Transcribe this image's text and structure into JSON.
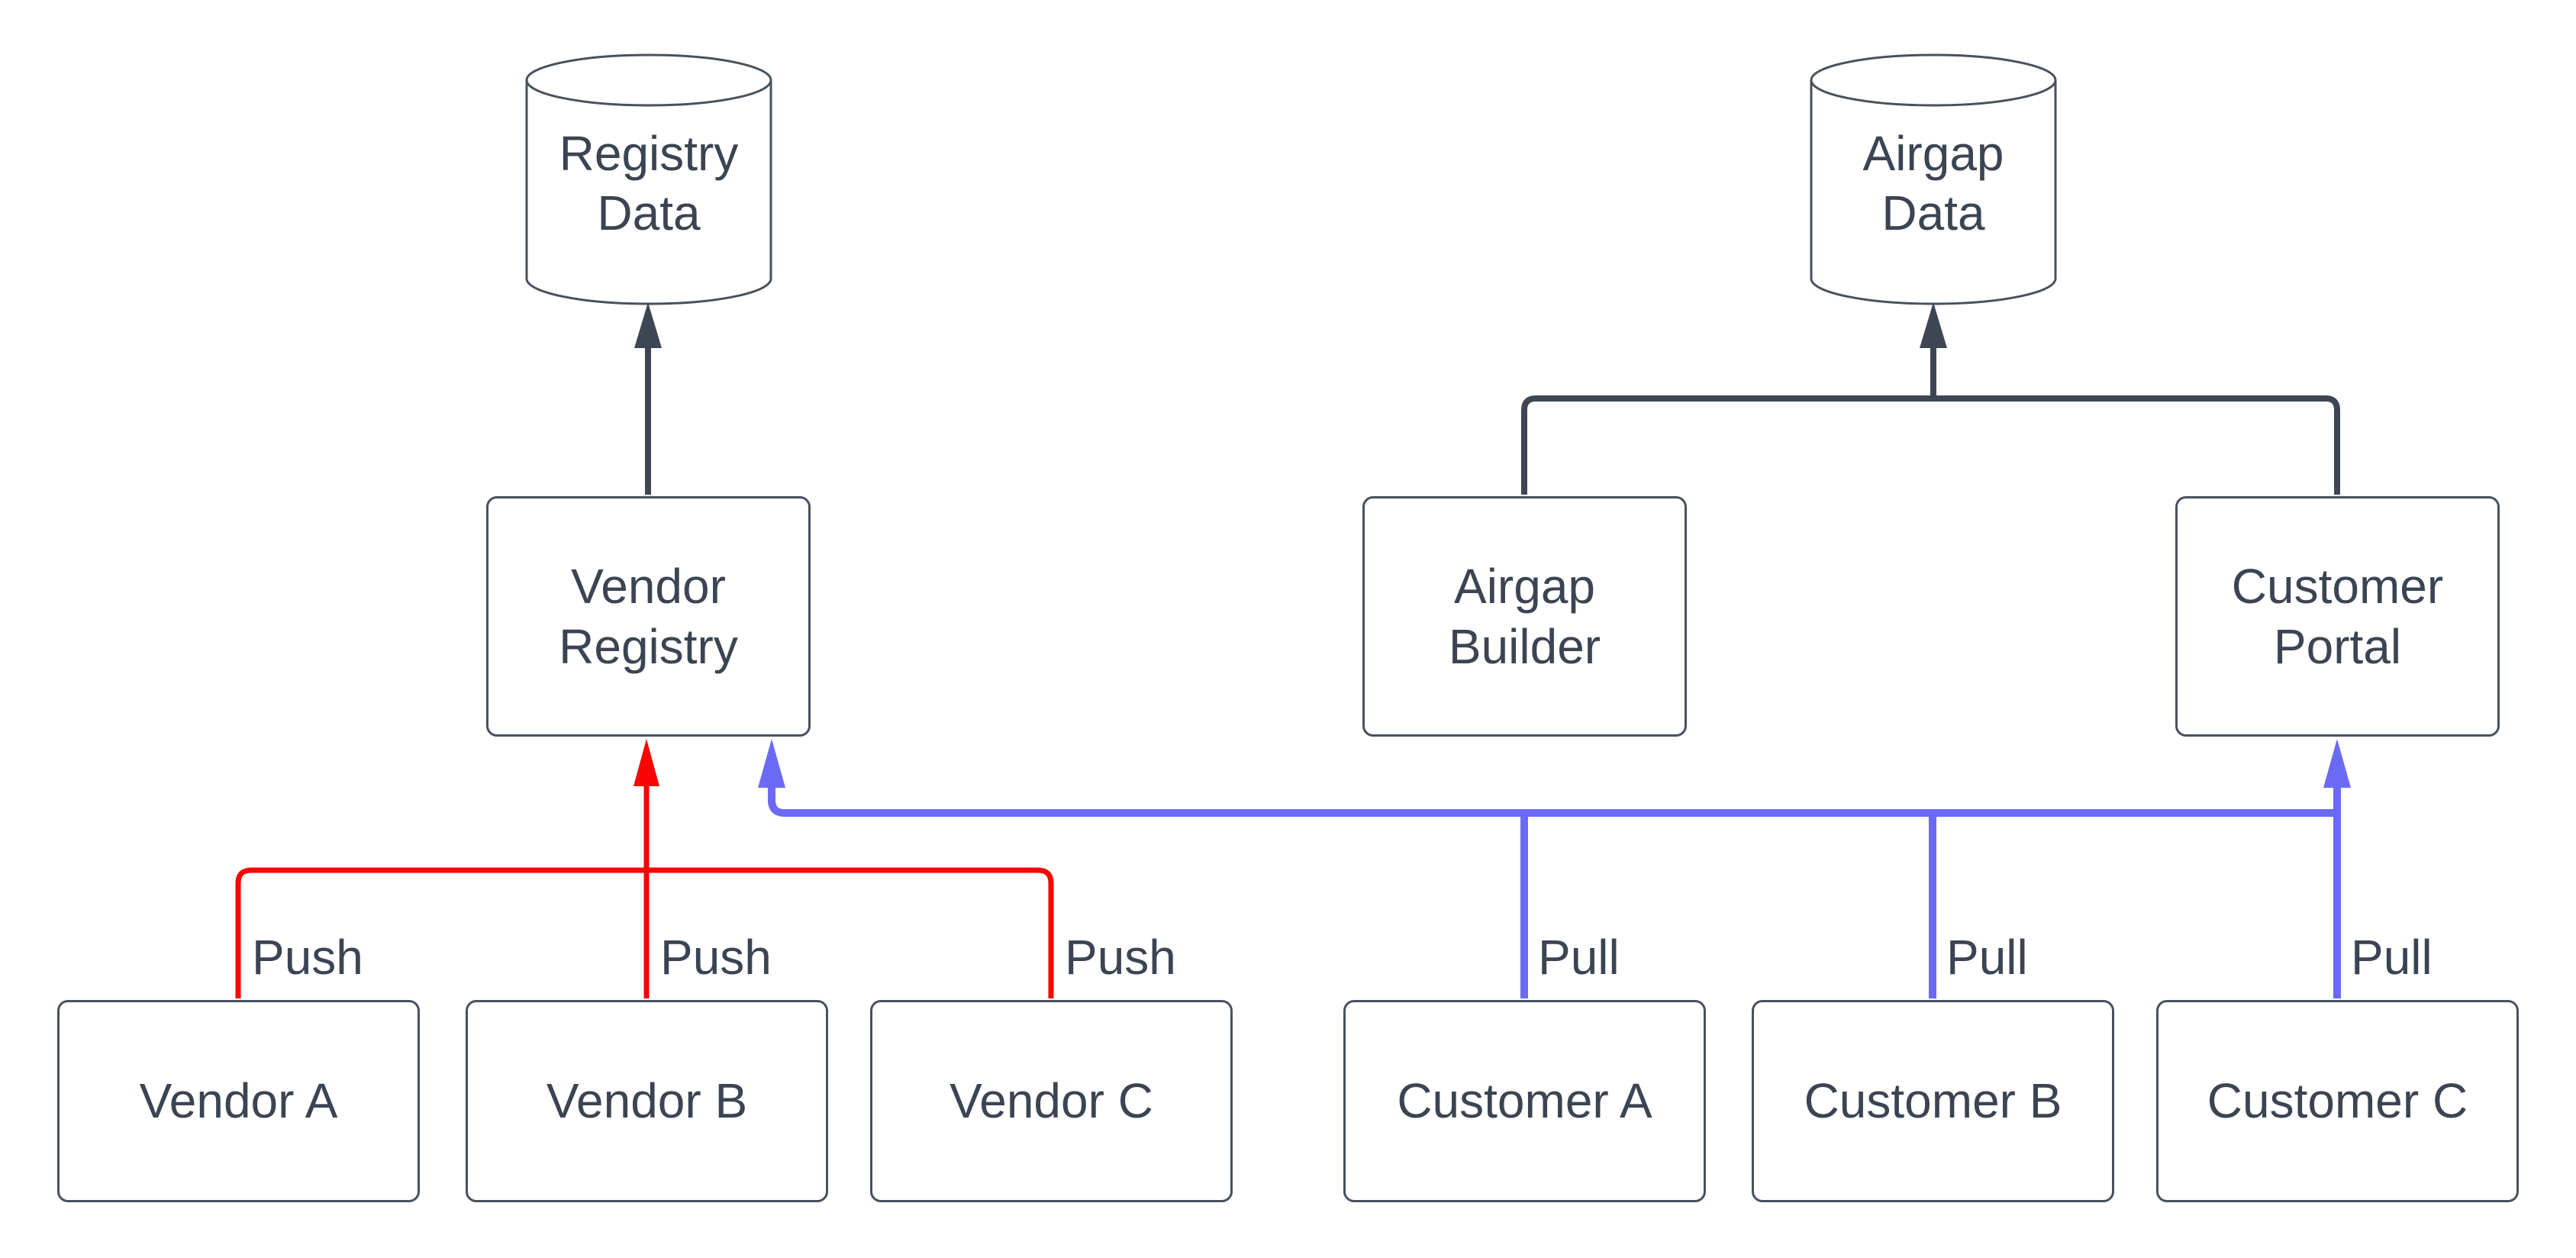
{
  "diagram": {
    "colors": {
      "bg": "#ffffff",
      "ink": "#3d4653",
      "border": "#47515f",
      "text": "#3b4452",
      "push": "#f80505",
      "pull": "#6b6af5"
    },
    "nodes": {
      "registry_data": {
        "label": "Registry\nData",
        "shape": "cylinder"
      },
      "airgap_data": {
        "label": "Airgap\nData",
        "shape": "cylinder"
      },
      "vendor_registry": {
        "label": "Vendor\nRegistry",
        "shape": "box"
      },
      "airgap_builder": {
        "label": "Airgap\nBuilder",
        "shape": "box"
      },
      "customer_portal": {
        "label": "Customer\nPortal",
        "shape": "box"
      },
      "vendor_a": {
        "label": "Vendor A",
        "shape": "box"
      },
      "vendor_b": {
        "label": "Vendor B",
        "shape": "box"
      },
      "vendor_c": {
        "label": "Vendor C",
        "shape": "box"
      },
      "customer_a": {
        "label": "Customer A",
        "shape": "box"
      },
      "customer_b": {
        "label": "Customer B",
        "shape": "box"
      },
      "customer_c": {
        "label": "Customer C",
        "shape": "box"
      }
    },
    "edges": [
      {
        "from": "vendor_registry",
        "to": "registry_data",
        "label": "",
        "color_role": "ink"
      },
      {
        "from": "airgap_builder",
        "to": "airgap_data",
        "label": "",
        "color_role": "ink"
      },
      {
        "from": "customer_portal",
        "to": "airgap_data",
        "label": "",
        "color_role": "ink"
      },
      {
        "from": "vendor_a",
        "to": "vendor_registry",
        "label": "Push",
        "color_role": "push"
      },
      {
        "from": "vendor_b",
        "to": "vendor_registry",
        "label": "Push",
        "color_role": "push"
      },
      {
        "from": "vendor_c",
        "to": "vendor_registry",
        "label": "Push",
        "color_role": "push"
      },
      {
        "from": "customer_a",
        "to": [
          "vendor_registry",
          "customer_portal"
        ],
        "label": "Pull",
        "color_role": "pull"
      },
      {
        "from": "customer_b",
        "to": [
          "vendor_registry",
          "customer_portal"
        ],
        "label": "Pull",
        "color_role": "pull"
      },
      {
        "from": "customer_c",
        "to": [
          "vendor_registry",
          "customer_portal"
        ],
        "label": "Pull",
        "color_role": "pull"
      }
    ]
  }
}
